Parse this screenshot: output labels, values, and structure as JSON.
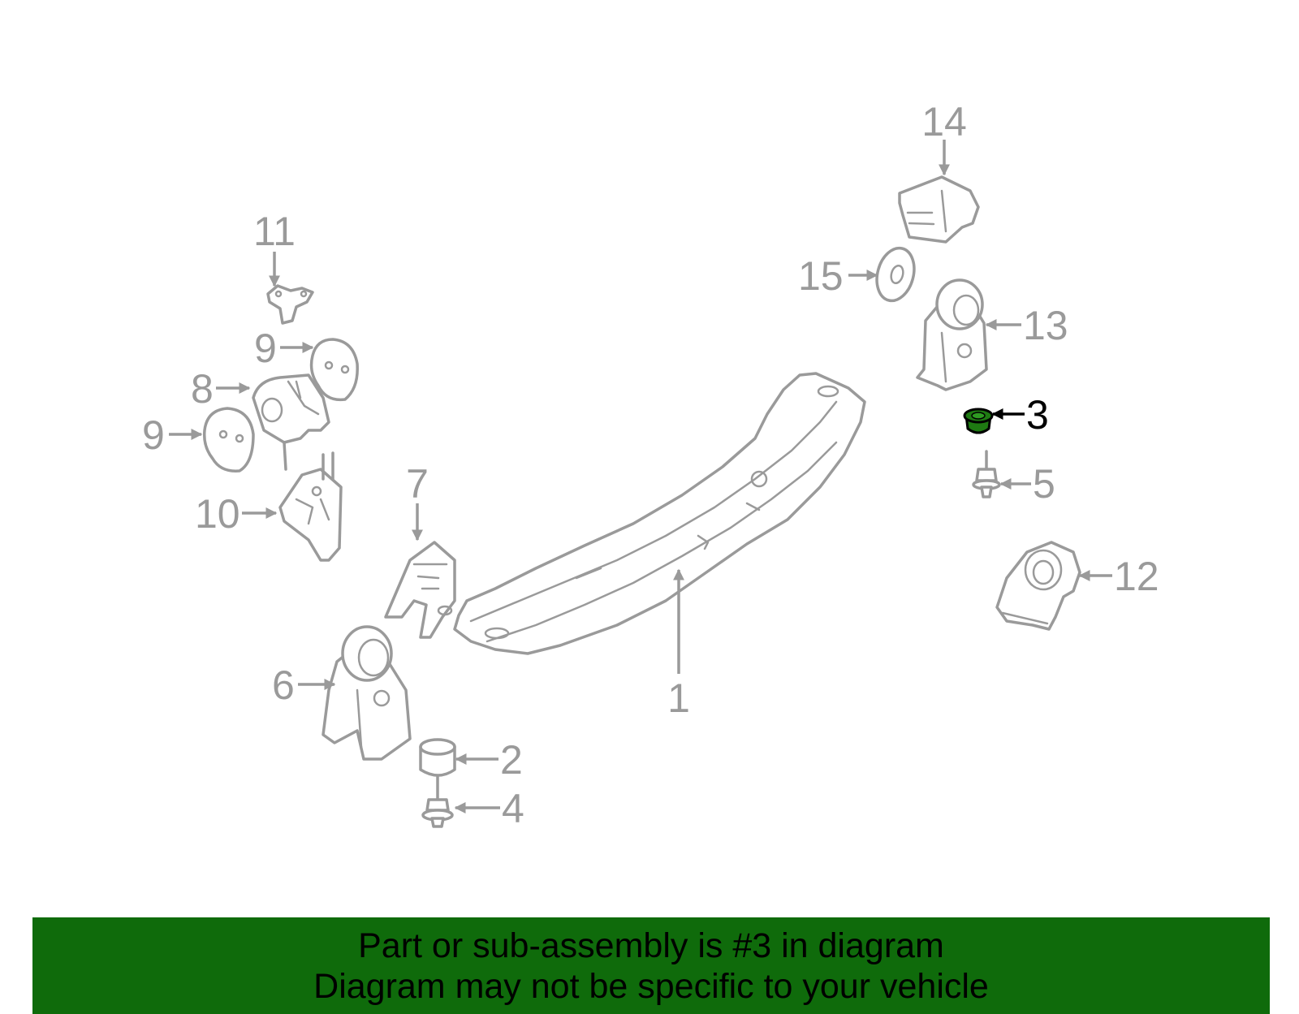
{
  "diagram": {
    "callouts": {
      "n1": "1",
      "n2": "2",
      "n3": "3",
      "n4": "4",
      "n5": "5",
      "n6": "6",
      "n7": "7",
      "n8": "8",
      "n9a": "9",
      "n9b": "9",
      "n10": "10",
      "n11": "11",
      "n12": "12",
      "n13": "13",
      "n14": "14",
      "n15": "15"
    },
    "highlighted_part": "3",
    "colors": {
      "line_art": "#9a9a9a",
      "highlight_part": "#1e7a12",
      "highlight_label": "#000000",
      "banner": "#0f6b0b"
    }
  },
  "banner": {
    "line1": "Part or sub-assembly is #3 in diagram",
    "line2": "Diagram may not be specific to your vehicle"
  }
}
